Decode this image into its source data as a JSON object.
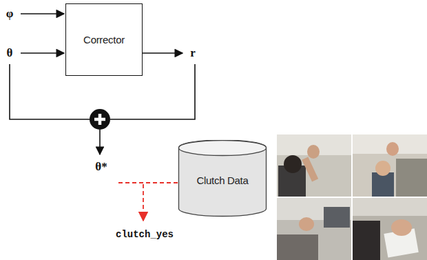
{
  "diagram": {
    "nodes": [
      {
        "text": [
          "Corrector"
        ]
      },
      {
        "text": [
          "Clutch Data"
        ]
      }
    ],
    "labels": [
      "φ",
      "θ",
      "r",
      "θ*",
      "clutch_yes"
    ]
  }
}
